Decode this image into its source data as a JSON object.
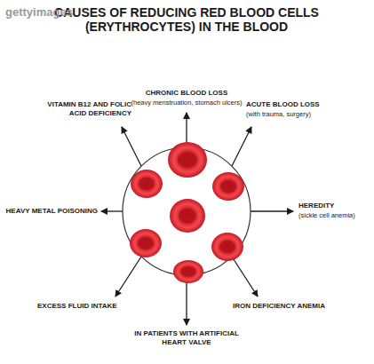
{
  "diagram": {
    "title": "CAUSES OF REDUCING RED BLOOD CELLS (ERYTHROCYTES) IN THE BLOOD",
    "labels": [
      "gettyimages",
      "CHRONIC BLOOD LOSS",
      "(heavy menstruation, stomach ulcers)",
      "VITAMIN B12 AND FOLIC ACID DEFICIENCY",
      "ACUTE BLOOD LOSS",
      "(with trauma, surgery)",
      "HEAVY METAL POISONING",
      "HEREDITY",
      "(sickle cell anemia)",
      "EXCESS FLUID INTAKE",
      "IRON DEFICIENCY ANEMIA",
      "IN PATIENTS WITH ARTIFICIAL HEART VALVE"
    ]
  }
}
